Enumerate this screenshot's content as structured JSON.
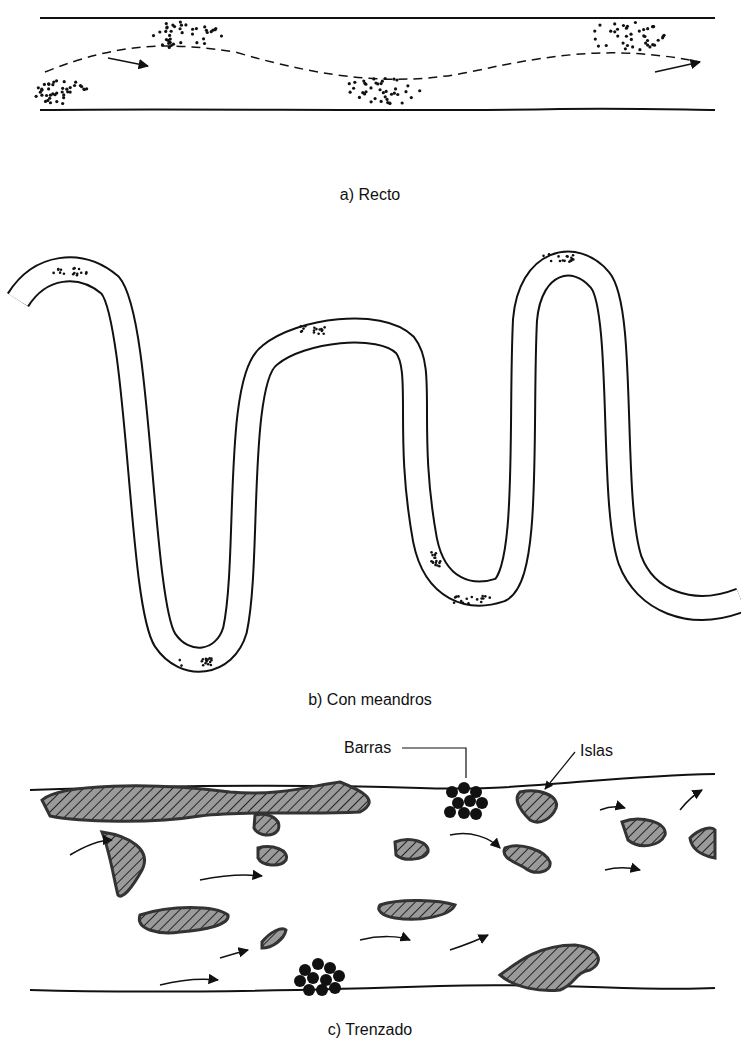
{
  "diagram": {
    "labels": [
      "a) Recto",
      "b) Con meandros",
      "Barras",
      "Islas",
      "c) Trenzado"
    ]
  }
}
